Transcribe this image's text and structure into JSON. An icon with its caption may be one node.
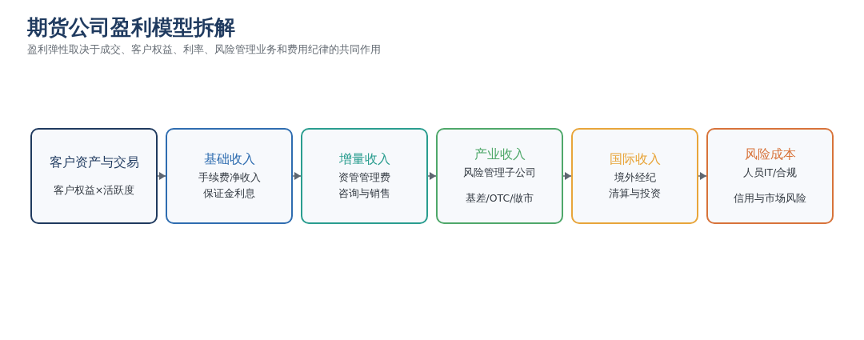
{
  "diagram": {
    "title": "期货公司盈利模型拆解",
    "nodes": [
      {
        "text": [
          "客户资产与交易",
          "客户权益×活跃度"
        ]
      },
      {
        "text": [
          "基础收入",
          "手续费净收入",
          "保证金利息"
        ]
      },
      {
        "text": [
          "增量收入",
          "资管管理费",
          "咨询与销售"
        ]
      },
      {
        "text": [
          "产业收入",
          "风险管理子公司",
          "基差/OTC/做市"
        ]
      },
      {
        "text": [
          "国际收入",
          "境外经纪",
          "清算与投资"
        ]
      },
      {
        "text": [
          "风险成本",
          "人员IT/合规",
          "信用与市场风险"
        ]
      }
    ],
    "edges": [
      {
        "from": 0,
        "to": 1,
        "arrow": "to"
      },
      {
        "from": 1,
        "to": 2,
        "arrow": "to"
      },
      {
        "from": 2,
        "to": 3,
        "arrow": "to"
      },
      {
        "from": 3,
        "to": 4,
        "arrow": "to"
      },
      {
        "from": 4,
        "to": 5,
        "arrow": "to"
      }
    ],
    "labels": [
      "盈利弹性取决于成交、客户权益、利率、风险管理业务和费用纪律的共同作用"
    ]
  }
}
